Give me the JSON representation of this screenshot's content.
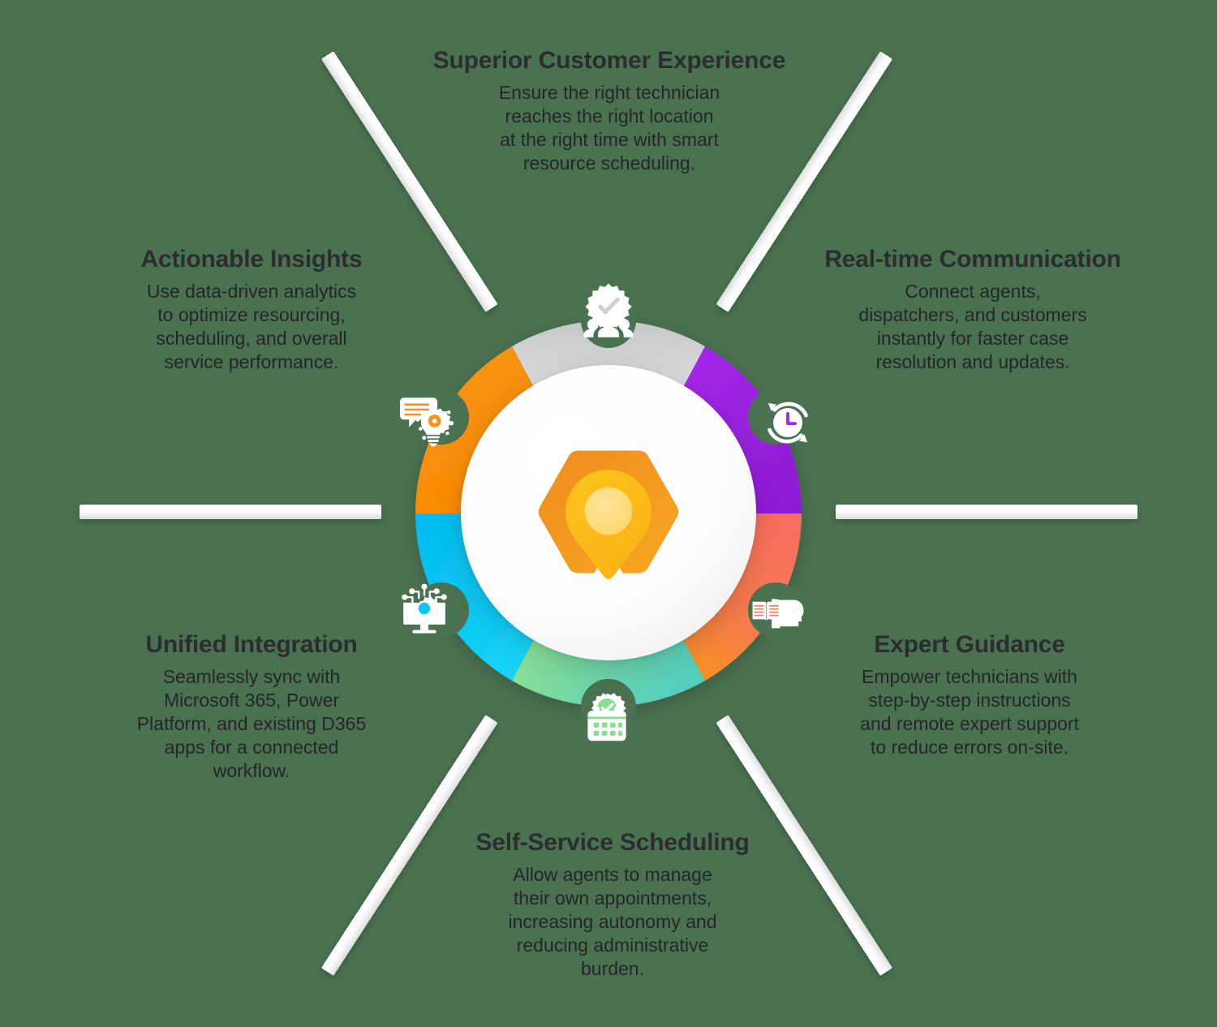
{
  "background_color": "#4a7150",
  "center": {
    "logo_name": "hexagon-map-pin-logo",
    "logo_colors": {
      "hex_outer": "#F59020",
      "pin_mid": "#FBB615",
      "pin_inner": "#FDD96A"
    }
  },
  "wheel": {
    "segments": [
      {
        "id": "superior-customer-experience",
        "position": "top",
        "color_start": "#C9CACB",
        "color_end": "#DEDFE0",
        "icon": "people-badge-check-icon"
      },
      {
        "id": "real-time-communication",
        "position": "top-right",
        "color_start": "#A426E8",
        "color_end": "#8F1FD6",
        "icon": "clock-refresh-icon"
      },
      {
        "id": "expert-guidance",
        "position": "bottom-right",
        "color_start": "#F86E5E",
        "color_end": "#F7941D",
        "icon": "heads-open-book-icon"
      },
      {
        "id": "self-service-scheduling",
        "position": "bottom",
        "color_start": "#93E18C",
        "color_end": "#57CFBB",
        "icon": "calendar-gear-check-icon"
      },
      {
        "id": "unified-integration",
        "position": "bottom-left",
        "color_start": "#00BFF2",
        "color_end": "#18D6F7",
        "icon": "monitor-gear-circuit-icon"
      },
      {
        "id": "actionable-insights",
        "position": "top-left",
        "color_start": "#F7941D",
        "color_end": "#FA8C00",
        "icon": "chat-bulb-gear-icon"
      }
    ]
  },
  "blocks": {
    "top": {
      "title": "Superior Customer Experience",
      "body": "Ensure the right technician\nreaches the right location\nat the right time with smart\nresource scheduling."
    },
    "top_right": {
      "title": "Real-time Communication",
      "body": "Connect agents,\ndispatchers, and customers\ninstantly for faster case\nresolution and updates."
    },
    "bottom_right": {
      "title": "Expert Guidance",
      "body": "Empower technicians with\nstep-by-step instructions\nand remote expert support\nto reduce errors on-site."
    },
    "bottom": {
      "title": "Self-Service Scheduling",
      "body": "Allow agents to manage\ntheir own appointments,\nincreasing autonomy and\nreducing administrative\nburden."
    },
    "bottom_left": {
      "title": "Unified Integration",
      "body": "Seamlessly sync with\nMicrosoft 365, Power\nPlatform, and existing D365\napps for a connected\nworkflow."
    },
    "top_left": {
      "title": "Actionable Insights",
      "body": "Use data-driven analytics\nto optimize resourcing,\nscheduling, and overall\nservice performance."
    }
  }
}
